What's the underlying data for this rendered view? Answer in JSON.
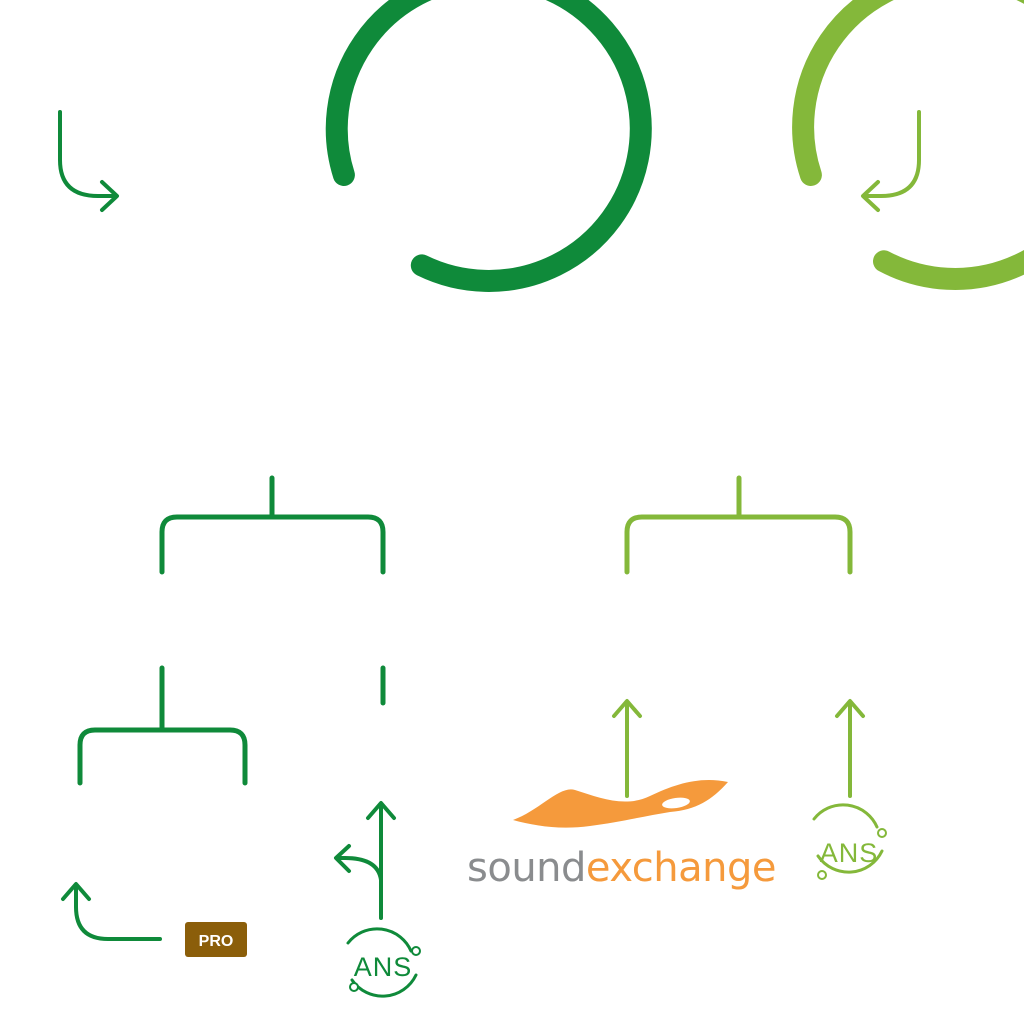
{
  "colors": {
    "dark_green": "#0f8a3a",
    "light_green": "#84b83a",
    "pro_badge": "#8b5e0a",
    "soundexchange_grey": "#8a8c8e",
    "soundexchange_orange": "#f59a3c"
  },
  "badges": {
    "pro_label": "PRO",
    "ans_left_label": "ANS",
    "ans_right_label": "ANS"
  },
  "logo": {
    "soundexchange_part1": "sound",
    "soundexchange_part2": "exchange"
  }
}
